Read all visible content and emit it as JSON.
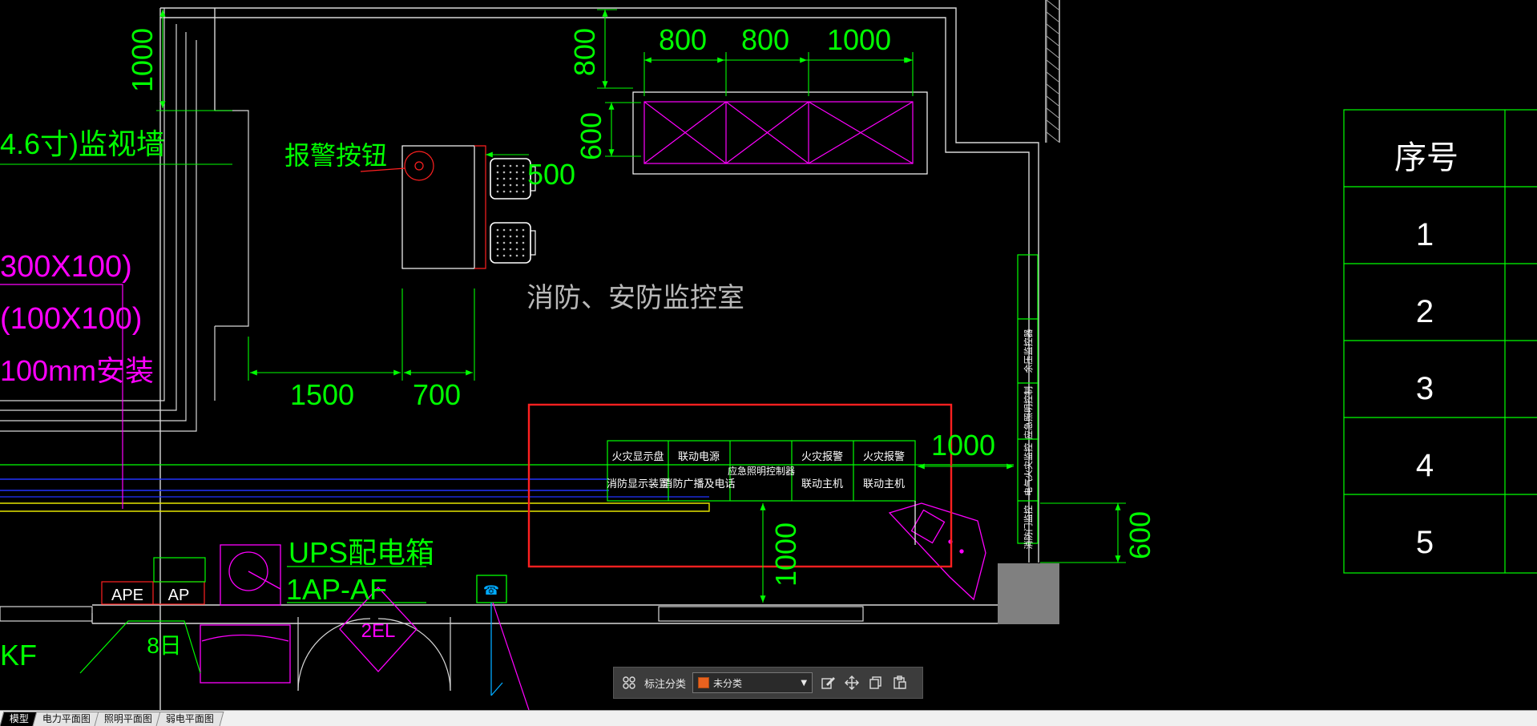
{
  "drawing": {
    "dims": {
      "d800a": "800",
      "d800b": "800",
      "d1000a": "1000",
      "d800v": "800",
      "d1000v": "1000",
      "d600v": "600",
      "d500": "500",
      "d1500": "1500",
      "d700": "700",
      "d1000b": "1000",
      "d1000c": "1000",
      "d600b": "600"
    },
    "labels": {
      "monitor_wall": "4.6寸)监视墙",
      "alarm_button": "报警按钮",
      "room_name": "消防、安防监控室",
      "spec1": "300X100)",
      "spec2": "(100X100)",
      "spec3": "100mm安装",
      "ups": "UPS配电箱",
      "ups_code": "1AP-AF",
      "ape": "APE",
      "ap": "AP",
      "el": "2EL",
      "kf": "KF",
      "n88": "8日"
    },
    "console_panels": [
      {
        "line1": "火灾显示盘",
        "line2": "消防显示装置"
      },
      {
        "line1": "联动电源",
        "line2": "消防广播及电话"
      },
      {
        "line1": "应急照明控制器",
        "line2": ""
      },
      {
        "line1": "火灾报警",
        "line2": "联动主机"
      },
      {
        "line1": "火灾报警",
        "line2": "联动主机"
      }
    ],
    "wall_panels": [
      "消防门监控",
      "电气火灾监控",
      "应急照明控制",
      "余压监控器"
    ],
    "table": {
      "header": "序号",
      "rows": [
        "1",
        "2",
        "3",
        "4",
        "5"
      ]
    }
  },
  "toolbar": {
    "label": "标注分类",
    "selected": "未分类",
    "swatch_color": "#e8621f"
  },
  "tabs": [
    "模型",
    "电力平面图",
    "照明平面图",
    "弱电平面图"
  ],
  "colors": {
    "green": "#00ff00",
    "magenta": "#ff00ff",
    "white": "#ffffff",
    "red": "#ff2020",
    "blue": "#2233ff",
    "yellow": "#e5e500",
    "grey": "#808080"
  }
}
